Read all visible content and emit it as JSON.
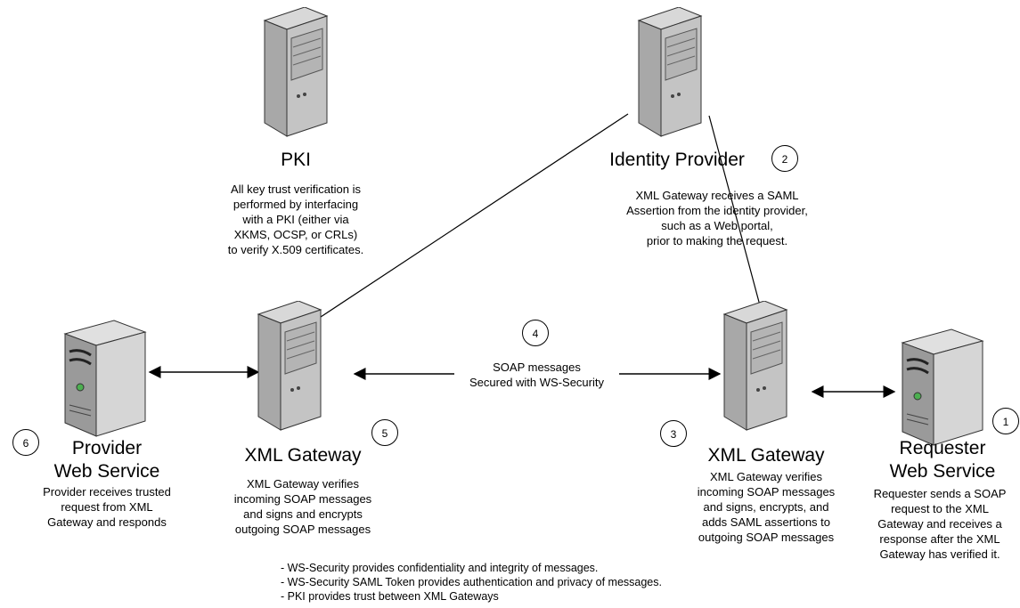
{
  "nodes": {
    "pki": {
      "title": "PKI",
      "desc": "All key trust verification is\nperformed by interfacing\nwith a PKI (either via\nXKMS, OCSP, or CRLs)\nto verify X.509 certificates."
    },
    "idp": {
      "title": "Identity Provider",
      "step": "2",
      "desc": "XML Gateway receives a SAML\nAssertion from the identity provider,\nsuch as a Web portal,\nprior to making the request."
    },
    "provider": {
      "title_line1": "Provider",
      "title_line2": "Web Service",
      "step": "6",
      "desc": "Provider receives trusted\nrequest from XML\nGateway and responds"
    },
    "gateway_left": {
      "title": "XML Gateway",
      "step": "5",
      "desc": "XML Gateway verifies\nincoming SOAP messages\nand signs and encrypts\noutgoing SOAP messages"
    },
    "gateway_right": {
      "title": "XML Gateway",
      "step": "3",
      "desc": "XML Gateway verifies\nincoming SOAP messages\nand signs, encrypts, and\nadds SAML assertions to\noutgoing SOAP messages"
    },
    "requester": {
      "title_line1": "Requester",
      "title_line2": "Web Service",
      "step": "1",
      "desc": "Requester sends a SOAP\nrequest to the XML\nGateway and receives a\nresponse after the XML\nGateway has verified it."
    }
  },
  "link_soap": {
    "step": "4",
    "label": "SOAP messages\nSecured with WS-Security"
  },
  "notes": [
    "- WS-Security provides confidentiality and integrity of messages.",
    "- WS-Security SAML Token provides authentication and privacy of messages.",
    "- PKI provides trust between XML Gateways"
  ],
  "colors": {
    "server_body": "#b0b0b0",
    "server_face": "#c8c8c8",
    "server_dark": "#555555",
    "led": "#4caf50"
  }
}
